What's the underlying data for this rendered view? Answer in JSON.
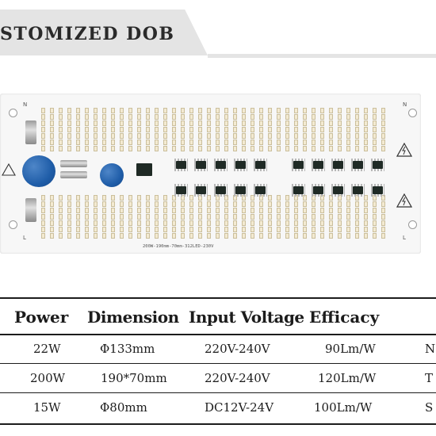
{
  "header": {
    "title": "STOMIZED DOB"
  },
  "board": {
    "corner_labels": {
      "tl": "N",
      "bl": "L",
      "tr": "N",
      "br": "L"
    },
    "silkscreen": "200W-190mm-70mm-312LED-230V"
  },
  "table": {
    "columns": [
      "Power",
      "Dimension",
      "Input Voltage",
      "Efficacy"
    ],
    "rows": [
      {
        "power": "22W",
        "dimension": "Φ133mm",
        "voltage": "220V-240V",
        "efficacy": "90Lm/W",
        "extra": "N"
      },
      {
        "power": "200W",
        "dimension": "190*70mm",
        "voltage": "220V-240V",
        "efficacy": "120Lm/W",
        "extra": "T"
      },
      {
        "power": "15W",
        "dimension": "Φ80mm",
        "voltage": "DC12V-24V",
        "efficacy": "100Lm/W",
        "extra": "S"
      }
    ]
  }
}
